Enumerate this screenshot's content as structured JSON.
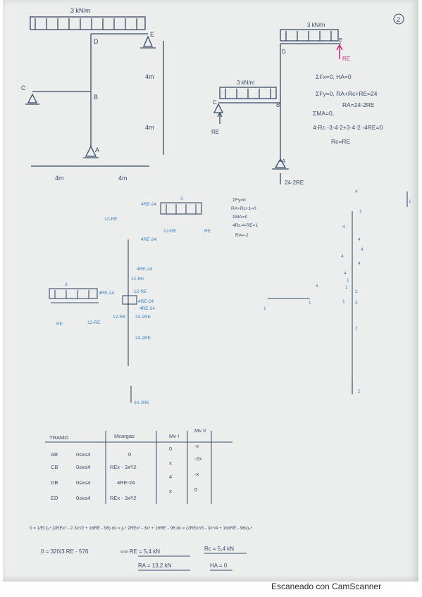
{
  "footer_text": "Escaneado con CamScanner",
  "page_number": "2",
  "colors": {
    "ink_dark": "#3a4a68",
    "ink_blue": "#3a7fbf",
    "ink_magenta": "#c0307a",
    "paper": "#eceeed"
  },
  "structure": {
    "top_load": "3 kN/m",
    "height_upper": "4m",
    "height_lower": "4m",
    "span_left": "4m",
    "span_right": "4m",
    "node_labels": {
      "A": "A",
      "B": "B",
      "C": "C",
      "D": "D",
      "E": "E"
    }
  },
  "released": {
    "load_top": "3 kN/m",
    "load_left": "3 kN/m",
    "re_label": "RE",
    "re_left": "RE",
    "ra_label": "24-2RE",
    "labels": {
      "A": "A",
      "B": "B",
      "C": "C",
      "D": "D",
      "E": "E"
    }
  },
  "equations_right": [
    "ΣFx=0,  HA=0",
    "ΣFy=0,  RA+Rc+RE=24",
    "RA=24-2RE",
    "ΣMA=0,",
    "4·Rc -3·4·2+3·4·2 -4RE=0",
    "Rc=RE"
  ],
  "equations_mid": [
    "ΣFy=0",
    "RA+Rc+1=0",
    "ΣMA=0",
    "4Rc-4-RE=1",
    "RA=-2"
  ],
  "fbd_blue": {
    "top_load": "3",
    "left_load": "3",
    "labels": [
      "4RE-24",
      "12-RE",
      "12-RE",
      "RE",
      "4RE-24",
      "4RE-24",
      "12-RE",
      "12-RE",
      "4RE-24",
      "4RE-24",
      "RE",
      "12-RE",
      "12-RE",
      "24-2RE",
      "24-2RE",
      "4RE-24",
      "24-2RE"
    ]
  },
  "fbd_unit": {
    "labels": [
      "4",
      "1",
      "1",
      "4",
      "4",
      "4",
      "4",
      "1",
      "1",
      "4",
      "1",
      "1",
      "2",
      "2",
      "2",
      "2",
      "1",
      "4",
      "4"
    ]
  },
  "table": {
    "headers": [
      "TRAMO",
      "",
      "Mcargas",
      "Mv I",
      "Mv II"
    ],
    "rows": [
      {
        "tramo": "AB",
        "range": "0≤x≤4",
        "mcargas": "0",
        "mv1": "0",
        "mv2": "-x"
      },
      {
        "tramo": "CB",
        "range": "0≤x≤4",
        "mcargas": "REx - 3x²/2",
        "mv1": "x",
        "mv2": "-2x"
      },
      {
        "tramo": "DB",
        "range": "0≤x≤4",
        "mcargas": "4RE-24",
        "mv1": "4",
        "mv2": "-x"
      },
      {
        "tramo": "ED",
        "range": "0≤x≤4",
        "mcargas": "REx - 3x²/2",
        "mv1": "x",
        "mv2": "0"
      }
    ]
  },
  "integral_lines": [
    "0 = 1/EI ∫₀⁴ (2REx² - 2·3x³/2 + 16RE - 96) dx = ∫₀⁴ 2REx² - 3x³ + 16RE - 96 dx = (2REx³/3 - 3x⁴/4 + 16xRE - 96x)₀⁴",
    "0 = 320/3 RE - 576",
    "⟹  RE = 5,4 kN",
    "Rc = 5,4 kN",
    "RA = 13,2 kN",
    "HA = 0"
  ]
}
